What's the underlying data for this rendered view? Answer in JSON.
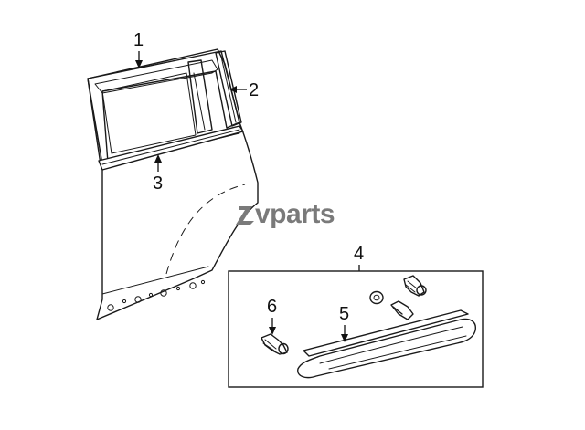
{
  "diagram": {
    "callouts": {
      "c1": "1",
      "c2": "2",
      "c3": "3",
      "c4": "4",
      "c5": "5",
      "c6": "6"
    },
    "watermark": "vparts",
    "watermark_color": "#7a7a7a",
    "line_color": "#1a1a1a",
    "background": "#ffffff"
  }
}
